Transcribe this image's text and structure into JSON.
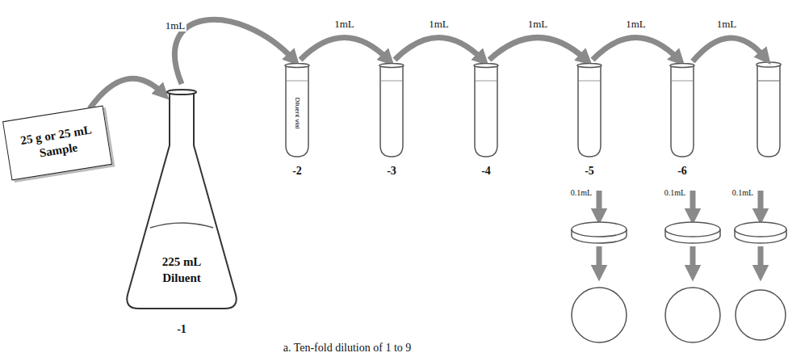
{
  "diagram": {
    "caption": "a. Ten-fold dilution of 1 to 9",
    "nodes": [
      {
        "text": [
          "25 g or 25 mL Sample"
        ]
      },
      {
        "text": [
          "225 mL Diluent",
          "-1"
        ]
      },
      {
        "text": [
          "Diluent vial",
          "-2"
        ]
      },
      {
        "text": [
          "-3"
        ]
      },
      {
        "text": [
          "-4"
        ]
      },
      {
        "text": [
          "-5"
        ]
      },
      {
        "text": [
          "-6"
        ]
      }
    ],
    "edges": [
      {
        "from": 0,
        "to": 1,
        "arrow": "to"
      },
      {
        "from": 1,
        "to": 2,
        "label": "1mL",
        "arrow": "to"
      },
      {
        "from": 2,
        "to": 3,
        "label": "1mL",
        "arrow": "to"
      },
      {
        "from": 3,
        "to": 4,
        "label": "1mL",
        "arrow": "to"
      },
      {
        "from": 4,
        "to": 5,
        "label": "1mL",
        "arrow": "to"
      },
      {
        "from": 5,
        "to": 6,
        "label": "1mL",
        "arrow": "to"
      }
    ],
    "labels": [
      "1mL",
      "0.1mL",
      "0.1mL",
      "0.1mL"
    ]
  }
}
